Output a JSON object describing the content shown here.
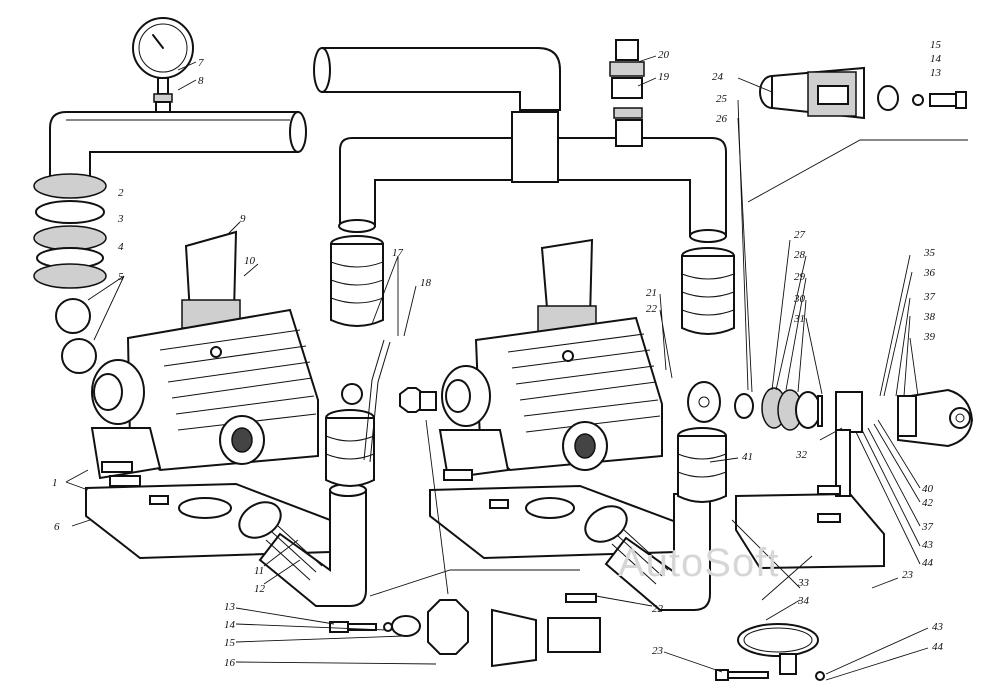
{
  "watermark": "AutoSoft",
  "callouts": [
    "1",
    "2",
    "3",
    "4",
    "5",
    "6",
    "7",
    "8",
    "9",
    "10",
    "11",
    "12",
    "13",
    "14",
    "15",
    "16",
    "17",
    "18",
    "19",
    "20",
    "21",
    "22",
    "23",
    "24",
    "25",
    "26",
    "27",
    "28",
    "29",
    "30",
    "31",
    "32",
    "33",
    "34",
    "35",
    "36",
    "37",
    "38",
    "39",
    "40",
    "41",
    "42",
    "43",
    "44"
  ],
  "colors": {
    "line": "#111111",
    "background": "#ffffff",
    "watermark": "#d6d6d6"
  }
}
